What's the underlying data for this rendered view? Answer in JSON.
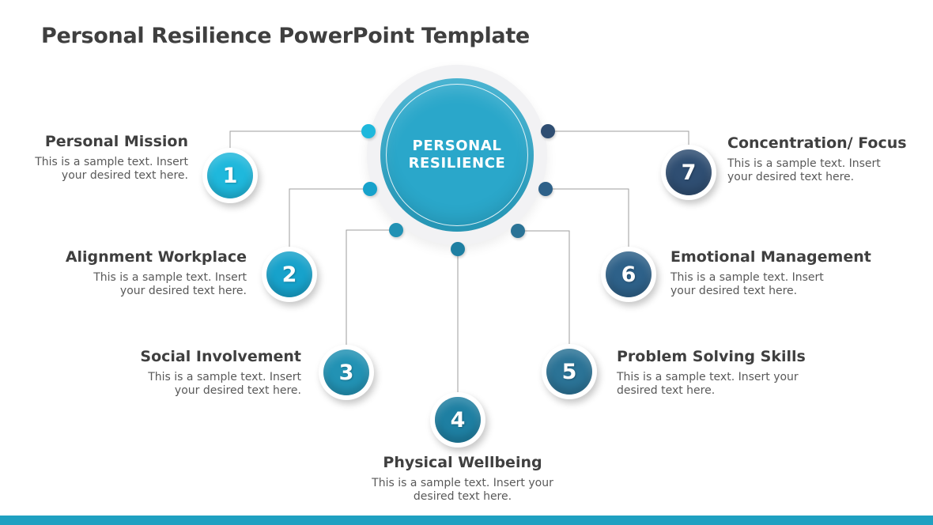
{
  "slide": {
    "title": "Personal Resilience PowerPoint Template",
    "title_color": "#3F3F3F",
    "background_color": "#FFFFFF",
    "footer_bar_color": "#1FA0C1"
  },
  "center": {
    "label_line1": "PERSONAL",
    "label_line2": "RESILIENCE",
    "fill": "#2AA7CA",
    "halo_color": "#F2F2F4",
    "text_color": "#FFFFFF"
  },
  "connector_color": "#9E9E9E",
  "items": [
    {
      "number": "1",
      "title": "Personal Mission",
      "body_line1": "This is a sample text. Insert",
      "body_line2": "your desired text here.",
      "color": "#1FB8DC"
    },
    {
      "number": "2",
      "title": "Alignment Workplace",
      "body_line1": "This is a sample text. Insert",
      "body_line2": "your desired text here.",
      "color": "#17A2CB"
    },
    {
      "number": "3",
      "title": "Social Involvement",
      "body_line1": "This is a sample text. Insert",
      "body_line2": "your desired text here.",
      "color": "#2292B4"
    },
    {
      "number": "4",
      "title": "Physical Wellbeing",
      "body_line1": "This is a sample text. Insert your",
      "body_line2": "desired text here.",
      "color": "#1E7FA2"
    },
    {
      "number": "5",
      "title": "Problem Solving Skills",
      "body_line1": "This is a sample text. Insert your",
      "body_line2": "desired text here.",
      "color": "#2B7396"
    },
    {
      "number": "6",
      "title": "Emotional Management",
      "body_line1": "This is a sample text. Insert",
      "body_line2": "your desired text here.",
      "color": "#2E6189"
    },
    {
      "number": "7",
      "title": "Concentration/ Focus",
      "body_line1": "This is a sample text. Insert",
      "body_line2": "your desired text here.",
      "color": "#2F4E72"
    }
  ]
}
